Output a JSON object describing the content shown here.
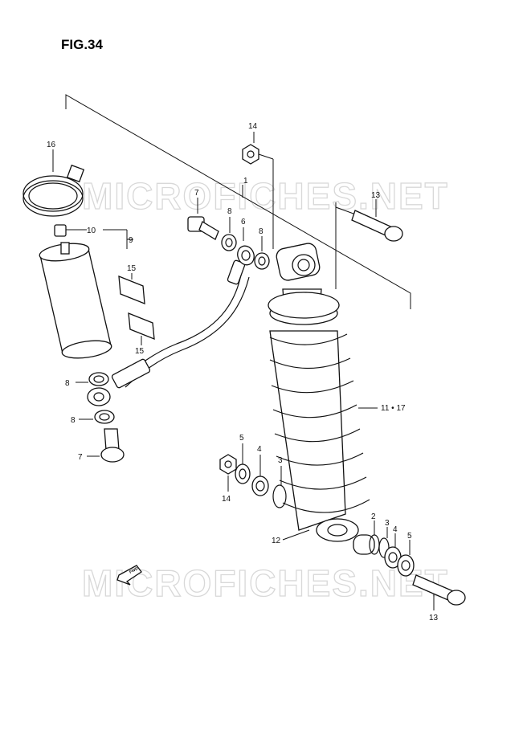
{
  "figure": {
    "title": "FIG.34"
  },
  "watermark": {
    "text": "MICROFICHES.NET"
  },
  "fwd_label": "FWD",
  "callouts": [
    {
      "id": "c1",
      "label": "1"
    },
    {
      "id": "c2",
      "label": "2"
    },
    {
      "id": "c3a",
      "label": "3"
    },
    {
      "id": "c3b",
      "label": "3"
    },
    {
      "id": "c4a",
      "label": "4"
    },
    {
      "id": "c4b",
      "label": "4"
    },
    {
      "id": "c5a",
      "label": "5"
    },
    {
      "id": "c5b",
      "label": "5"
    },
    {
      "id": "c6",
      "label": "6"
    },
    {
      "id": "c7a",
      "label": "7"
    },
    {
      "id": "c7b",
      "label": "7"
    },
    {
      "id": "c8a",
      "label": "8"
    },
    {
      "id": "c8b",
      "label": "8"
    },
    {
      "id": "c8c",
      "label": "8"
    },
    {
      "id": "c8d",
      "label": "8"
    },
    {
      "id": "c9",
      "label": "9"
    },
    {
      "id": "c10",
      "label": "10"
    },
    {
      "id": "c11",
      "label": "11 • 17"
    },
    {
      "id": "c12",
      "label": "12"
    },
    {
      "id": "c13a",
      "label": "13"
    },
    {
      "id": "c13b",
      "label": "13"
    },
    {
      "id": "c14a",
      "label": "14"
    },
    {
      "id": "c14b",
      "label": "14"
    },
    {
      "id": "c15a",
      "label": "15"
    },
    {
      "id": "c15b",
      "label": "15"
    },
    {
      "id": "c16",
      "label": "16"
    }
  ]
}
